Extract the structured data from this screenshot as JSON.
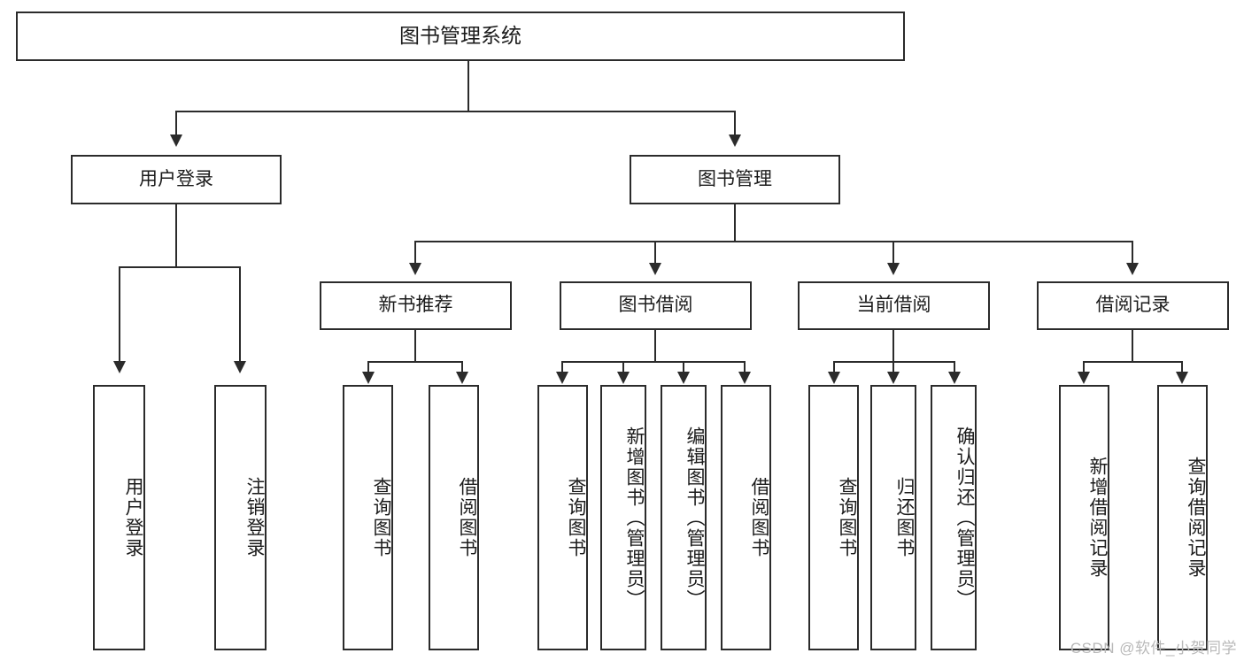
{
  "diagram": {
    "type": "hierarchy-tree",
    "title": "图书管理系统",
    "watermark": "CSDN @软件_小贺同学",
    "colors": {
      "stroke": "#2b2b2b",
      "fill": "#ffffff",
      "text": "#1b1b1b",
      "watermark": "#b9b9b9"
    },
    "root": {
      "label": "图书管理系统"
    },
    "level2": [
      {
        "label": "用户登录"
      },
      {
        "label": "图书管理"
      }
    ],
    "level3": [
      {
        "label": "新书推荐"
      },
      {
        "label": "图书借阅"
      },
      {
        "label": "当前借阅"
      },
      {
        "label": "借阅记录"
      }
    ],
    "leaves": {
      "user_login": [
        {
          "label": "用户登录"
        },
        {
          "label": "注销登录"
        }
      ],
      "new_book_recommend": [
        {
          "label": "查询图书"
        },
        {
          "label": "借阅图书"
        }
      ],
      "book_borrow": [
        {
          "label": "查询图书"
        },
        {
          "label": "新增图书（管理员）"
        },
        {
          "label": "编辑图书（管理员）"
        },
        {
          "label": "借阅图书"
        }
      ],
      "current_borrow": [
        {
          "label": "查询图书"
        },
        {
          "label": "归还图书"
        },
        {
          "label": "确认归还（管理员）"
        }
      ],
      "borrow_record": [
        {
          "label": "新增借阅记录"
        },
        {
          "label": "查询借阅记录"
        }
      ]
    }
  }
}
